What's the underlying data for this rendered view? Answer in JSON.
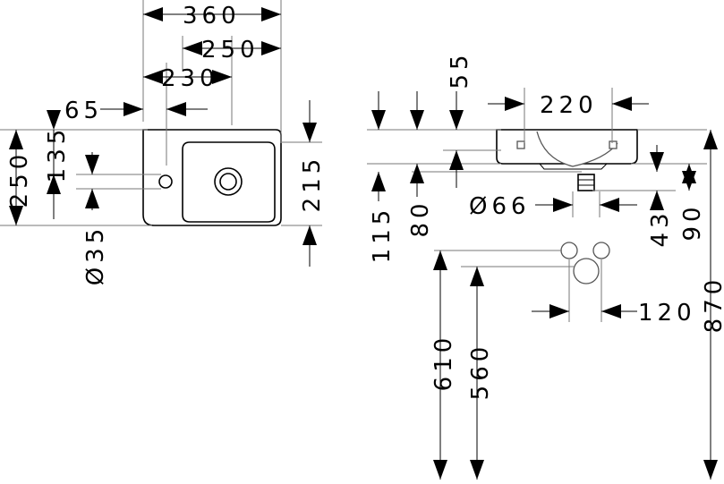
{
  "front_view": {
    "dimensions": {
      "width_total": "360",
      "width_basin": "250",
      "tap_offset": "230",
      "edge_offset": "65",
      "height_total": "250",
      "tap_height": "135",
      "basin_depth": "215",
      "tap_hole_diameter": "Ø35"
    }
  },
  "side_view": {
    "dimensions": {
      "rim_height": "55",
      "bowl_width": "220",
      "waste_diameter": "Ø66",
      "drain_offset": "43",
      "outlet_height": "90",
      "overflow_height": "115",
      "waste_height": "80",
      "trap_spacing": "120",
      "rim_to_floor": "870",
      "supply_height_upper": "610",
      "supply_height_lower": "560"
    }
  }
}
